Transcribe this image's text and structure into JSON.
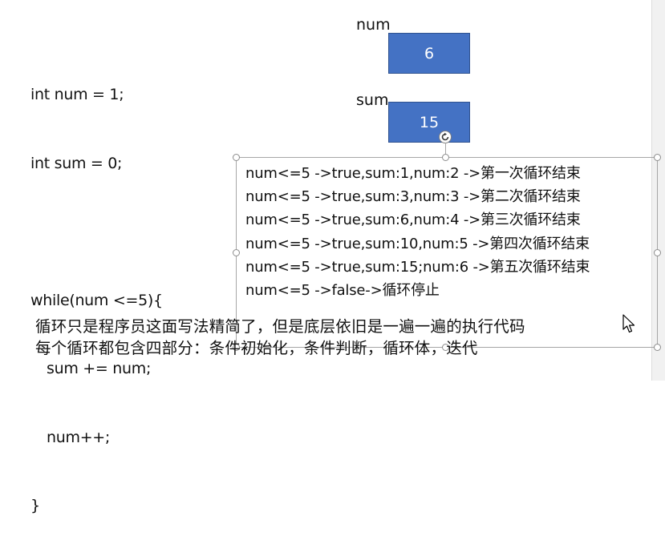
{
  "code": {
    "lines": [
      "int num = 1;",
      "int sum = 0;",
      "while(num <=5){",
      "sum += num;",
      "num++;",
      "}"
    ]
  },
  "variables": {
    "num": {
      "label": "num",
      "value": "6"
    },
    "sum": {
      "label": "sum",
      "value": "15"
    },
    "box_color": "#4472c4"
  },
  "trace": {
    "lines": [
      "num<=5 ->true,sum:1,num:2 ->第一次循环结束",
      "num<=5 ->true,sum:3,num:3 ->第二次循环结束",
      "num<=5 ->true,sum:6,num:4 ->第三次循环结束",
      "num<=5 ->true,sum:10,num:5 ->第四次循环结束",
      "num<=5 ->true,sum:15;num:6 ->第五次循环结束",
      "num<=5 ->false->循环停止"
    ]
  },
  "summary": {
    "line1": "循环只是程序员这面写法精简了，但是底层依旧是一遍一遍的执行代码",
    "line2": "每个循环都包含四部分：条件初始化，条件判断，循环体，迭代"
  },
  "icons": {
    "rotate": "rotate-handle-icon",
    "cursor": "mouse-pointer-icon"
  }
}
